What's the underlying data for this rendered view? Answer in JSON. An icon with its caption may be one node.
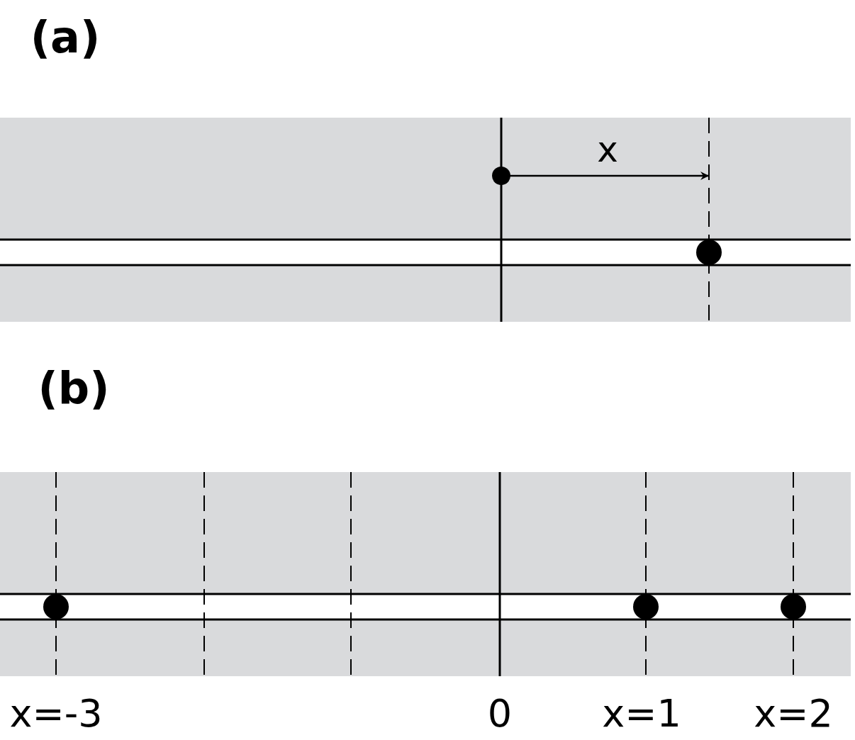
{
  "diagram": {
    "labels": [
      "(a)",
      "x",
      "(b)",
      "x=-3",
      "0",
      "x=1",
      "x=2"
    ]
  }
}
